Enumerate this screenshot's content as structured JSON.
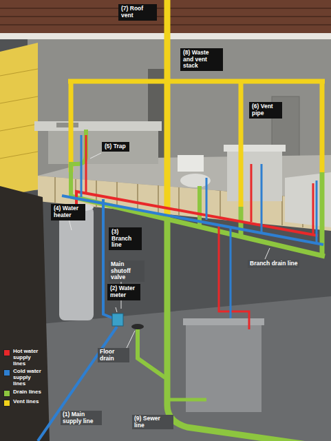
{
  "diagram": {
    "nodes": [
      {
        "text": [
          "(7) Roof vent"
        ]
      },
      {
        "text": [
          "(8) Waste and vent stack"
        ]
      },
      {
        "text": [
          "(5) Trap"
        ]
      },
      {
        "text": [
          "(6) Vent pipe"
        ]
      },
      {
        "text": [
          "(4) Water heater"
        ]
      },
      {
        "text": [
          "(3) Branch line"
        ]
      },
      {
        "text": [
          "(2) Water meter"
        ]
      }
    ],
    "labels": [
      "Main shutoff valve",
      "Branch drain line",
      "Floor drain",
      "(1) Main supply line",
      "(9) Sewer line"
    ],
    "legend": [
      {
        "text": "Hot water supply lines",
        "color": "#e8282a"
      },
      {
        "text": "Cold water supply lines",
        "color": "#2e7fd1"
      },
      {
        "text": "Drain lines",
        "color": "#8dc63f"
      },
      {
        "text": "Vent lines",
        "color": "#f2d21b"
      }
    ]
  }
}
